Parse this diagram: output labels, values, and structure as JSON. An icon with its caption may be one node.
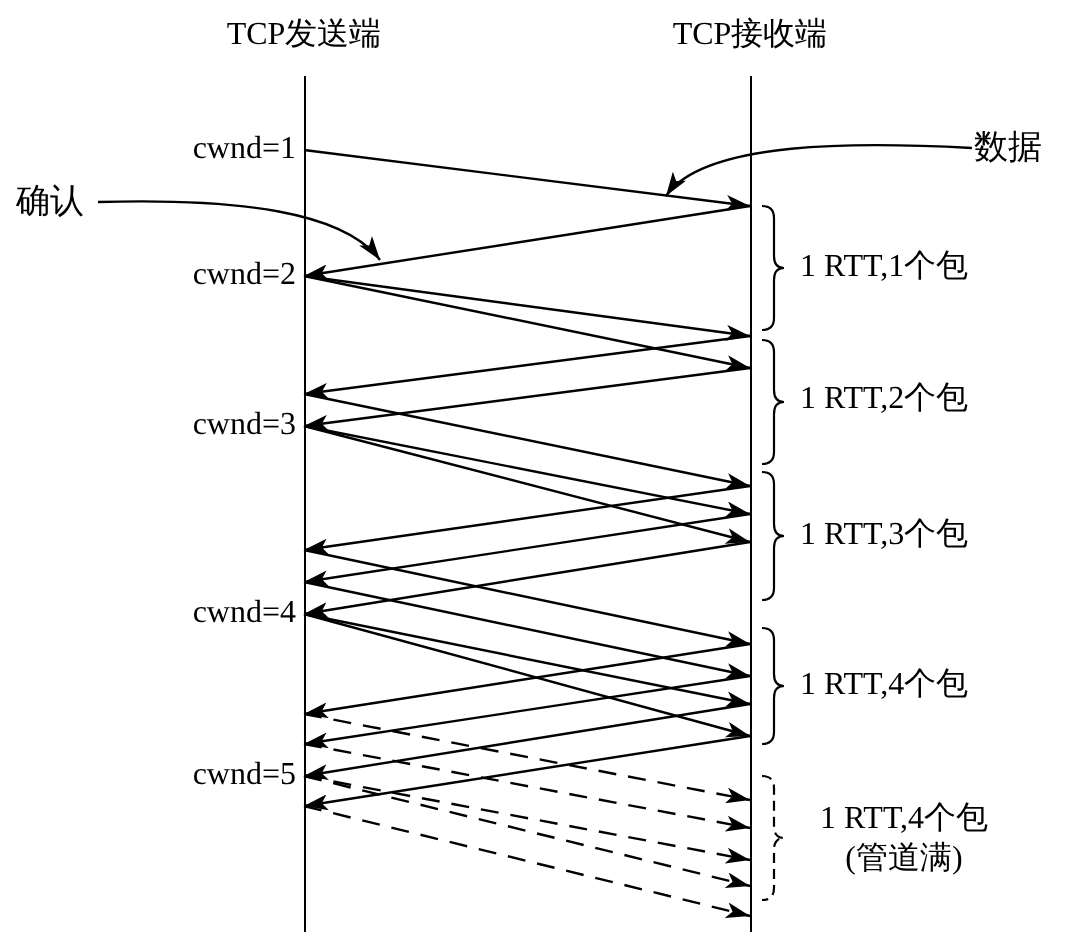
{
  "diagram": {
    "nodes": [
      {
        "text": [
          "TCP发送端"
        ]
      },
      {
        "text": [
          "TCP接收端"
        ]
      },
      {
        "text": [
          "数据"
        ]
      },
      {
        "text": [
          "确认"
        ]
      }
    ],
    "edges": [
      {
        "from": 0,
        "to": 1,
        "arrow": "to"
      },
      {
        "from": 1,
        "to": 0,
        "arrow": "to"
      },
      {
        "from": 0,
        "to": 1,
        "arrow": "to"
      },
      {
        "from": 0,
        "to": 1,
        "arrow": "to"
      },
      {
        "from": 1,
        "to": 0,
        "arrow": "to"
      },
      {
        "from": 1,
        "to": 0,
        "arrow": "to"
      },
      {
        "from": 0,
        "to": 1,
        "arrow": "to"
      },
      {
        "from": 0,
        "to": 1,
        "arrow": "to"
      },
      {
        "from": 0,
        "to": 1,
        "arrow": "to"
      },
      {
        "from": 1,
        "to": 0,
        "arrow": "to"
      },
      {
        "from": 1,
        "to": 0,
        "arrow": "to"
      },
      {
        "from": 1,
        "to": 0,
        "arrow": "to"
      },
      {
        "from": 0,
        "to": 1,
        "arrow": "to"
      },
      {
        "from": 0,
        "to": 1,
        "arrow": "to"
      },
      {
        "from": 0,
        "to": 1,
        "arrow": "to"
      },
      {
        "from": 0,
        "to": 1,
        "arrow": "to"
      },
      {
        "from": 1,
        "to": 0,
        "arrow": "to"
      },
      {
        "from": 1,
        "to": 0,
        "arrow": "to"
      },
      {
        "from": 1,
        "to": 0,
        "arrow": "to"
      },
      {
        "from": 1,
        "to": 0,
        "arrow": "to"
      },
      {
        "from": 0,
        "to": 1,
        "arrow": "to",
        "style": "dashed"
      },
      {
        "from": 0,
        "to": 1,
        "arrow": "to",
        "style": "dashed"
      },
      {
        "from": 0,
        "to": 1,
        "arrow": "to",
        "style": "dashed"
      },
      {
        "from": 0,
        "to": 1,
        "arrow": "to",
        "style": "dashed"
      },
      {
        "from": 0,
        "to": 1,
        "arrow": "to",
        "style": "dashed"
      },
      {
        "from": 2,
        "to": null,
        "arrow": "to"
      },
      {
        "from": 3,
        "to": null,
        "arrow": "to"
      }
    ],
    "labels": [
      "cwnd=1",
      "1 RTT,1个包",
      "cwnd=2",
      "1 RTT,2个包",
      "cwnd=3",
      "1 RTT,3个包",
      "cwnd=4",
      "1 RTT,4个包",
      "cwnd=5",
      "1 RTT,4个包 (管道满)"
    ]
  }
}
